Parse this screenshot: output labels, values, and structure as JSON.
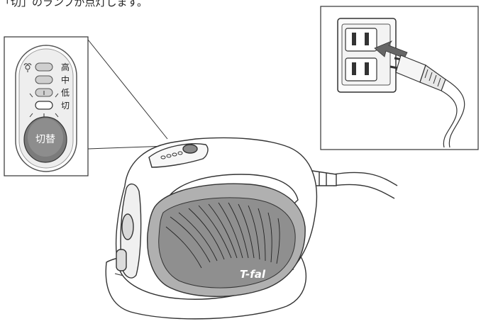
{
  "caption": "「切」のランプが点灯します。",
  "control_panel": {
    "levels": [
      {
        "label": "高",
        "state": "off"
      },
      {
        "label": "中",
        "state": "off"
      },
      {
        "label": "低",
        "state": "off"
      },
      {
        "label": "切",
        "state": "on"
      }
    ],
    "button_label": "切替",
    "steam_icon": "steam-icon"
  },
  "device": {
    "brand": "T-fal"
  },
  "colors": {
    "line": "#333333",
    "gray_dark": "#6b6b6b",
    "gray_mid": "#9a9a9a",
    "gray_light": "#d4d4d4",
    "panel_fill": "#e6e6e6"
  }
}
